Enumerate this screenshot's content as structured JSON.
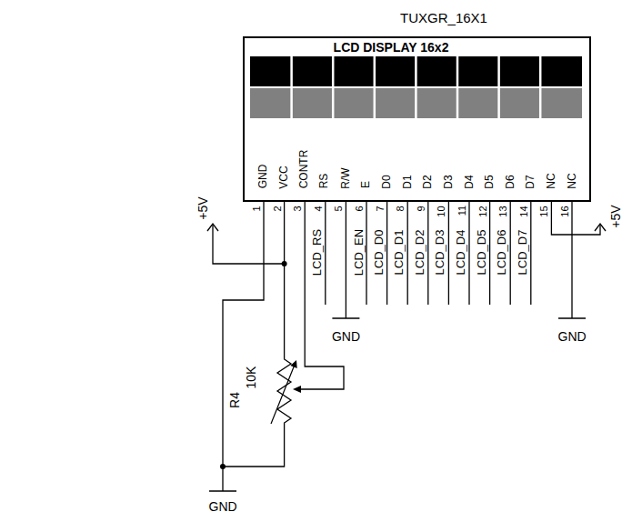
{
  "diagram": {
    "nodes": [
      {
        "text": [
          "TUXGR_16X1",
          "LCD DISPLAY 16x2"
        ]
      }
    ],
    "labels": [
      "GND",
      "VCC",
      "CONTR",
      "RS",
      "R/W",
      "E",
      "D0",
      "D1",
      "D2",
      "D3",
      "D4",
      "D5",
      "D6",
      "D7",
      "NC",
      "NC",
      "1",
      "2",
      "3",
      "4",
      "5",
      "6",
      "7",
      "8",
      "9",
      "10",
      "11",
      "12",
      "13",
      "14",
      "15",
      "16",
      "LCD_RS",
      "LCD_EN",
      "LCD_D0",
      "LCD_D1",
      "LCD_D2",
      "LCD_D3",
      "LCD_D4",
      "LCD_D5",
      "LCD_D6",
      "LCD_D7",
      "+5V",
      "+5V",
      "GND",
      "GND",
      "GND",
      "R4",
      "10K"
    ]
  }
}
